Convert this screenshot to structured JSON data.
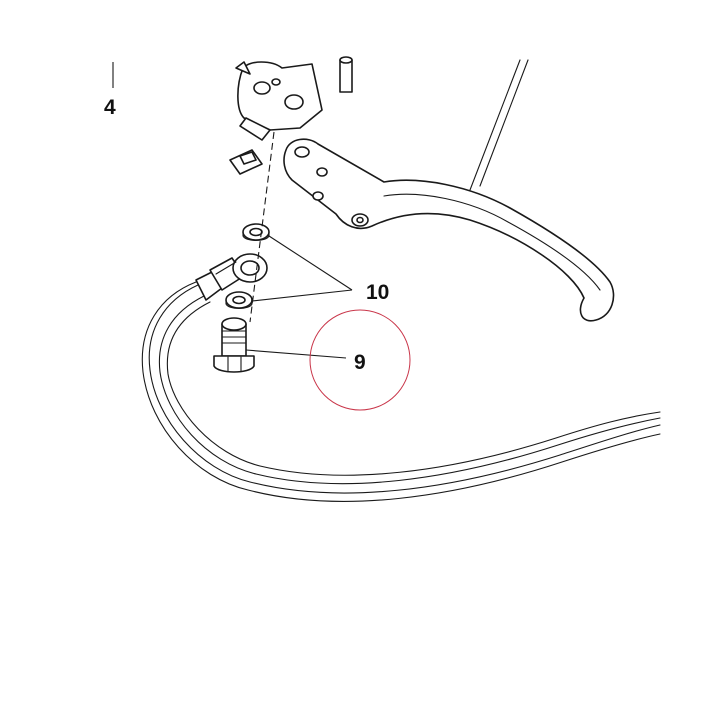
{
  "callouts": {
    "part_4": "4",
    "part_9": "9",
    "part_10": "10"
  },
  "colors": {
    "line_art": "#1a1a1a",
    "highlight_circle": "#c9364a",
    "background": "#ffffff"
  }
}
